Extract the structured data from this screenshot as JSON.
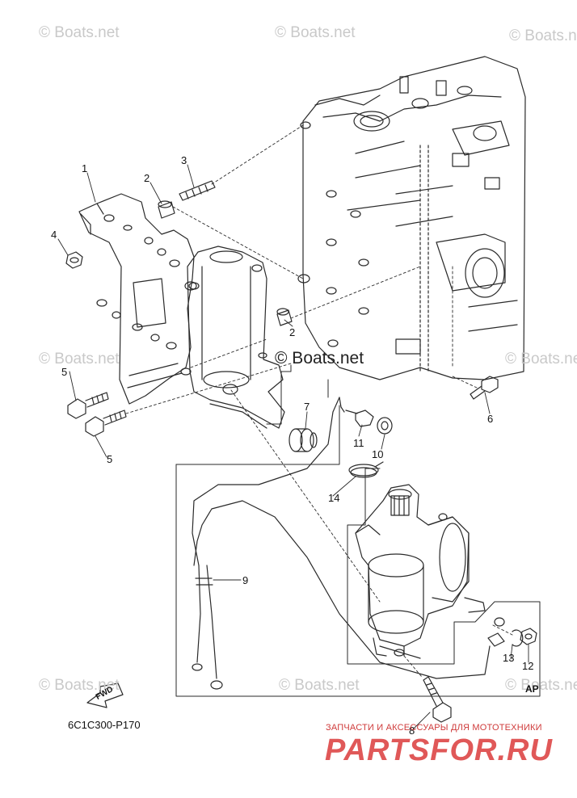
{
  "watermarks": {
    "text": "© Boats.net",
    "main_text": "© Boats.net"
  },
  "callouts": {
    "n1": "1",
    "n2a": "2",
    "n2b": "2",
    "n3": "3",
    "n4": "4",
    "n5a": "5",
    "n5b": "5",
    "n6": "6",
    "n7": "7",
    "n8": "8",
    "n9": "9",
    "n10": "10",
    "n11": "11",
    "n12": "12",
    "n13": "13",
    "n14": "14"
  },
  "diagram_code": "6C1C300-P170",
  "ap_label": "AP",
  "fwd_label": "FWD",
  "brand": {
    "tagline": "ЗАПЧАСТИ И АКСЕССУАРЫ ДЛЯ МОТОТЕХНИКИ",
    "logo": "PARTSFOR.RU"
  },
  "colors": {
    "line": "#2a2a2a",
    "watermark": "#c9c9c9",
    "brand_red": "#e05858"
  }
}
